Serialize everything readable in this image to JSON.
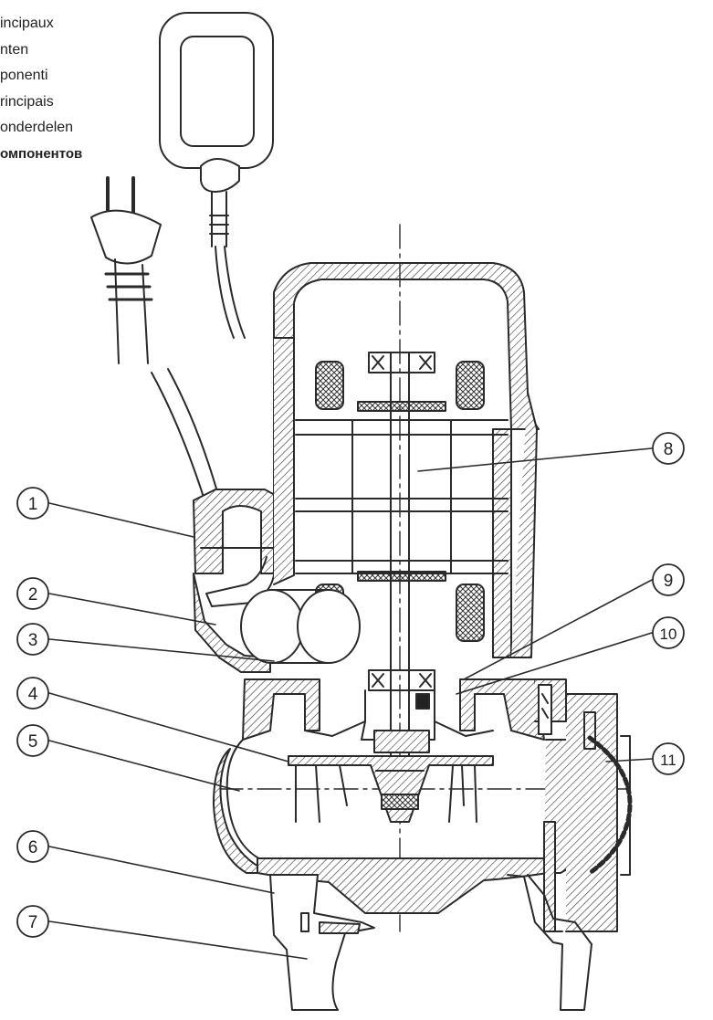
{
  "legend": {
    "lines": [
      "incipaux",
      "nten",
      "ponenti",
      "rincipais",
      "onderdelen",
      "омпонентов"
    ]
  },
  "callouts": [
    {
      "number": "1"
    },
    {
      "number": "2"
    },
    {
      "number": "3"
    },
    {
      "number": "4"
    },
    {
      "number": "5"
    },
    {
      "number": "6"
    },
    {
      "number": "7"
    },
    {
      "number": "8"
    },
    {
      "number": "9"
    },
    {
      "number": "10"
    },
    {
      "number": "11"
    }
  ],
  "colors": {
    "line": "#2a2a2a",
    "background": "#ffffff"
  }
}
